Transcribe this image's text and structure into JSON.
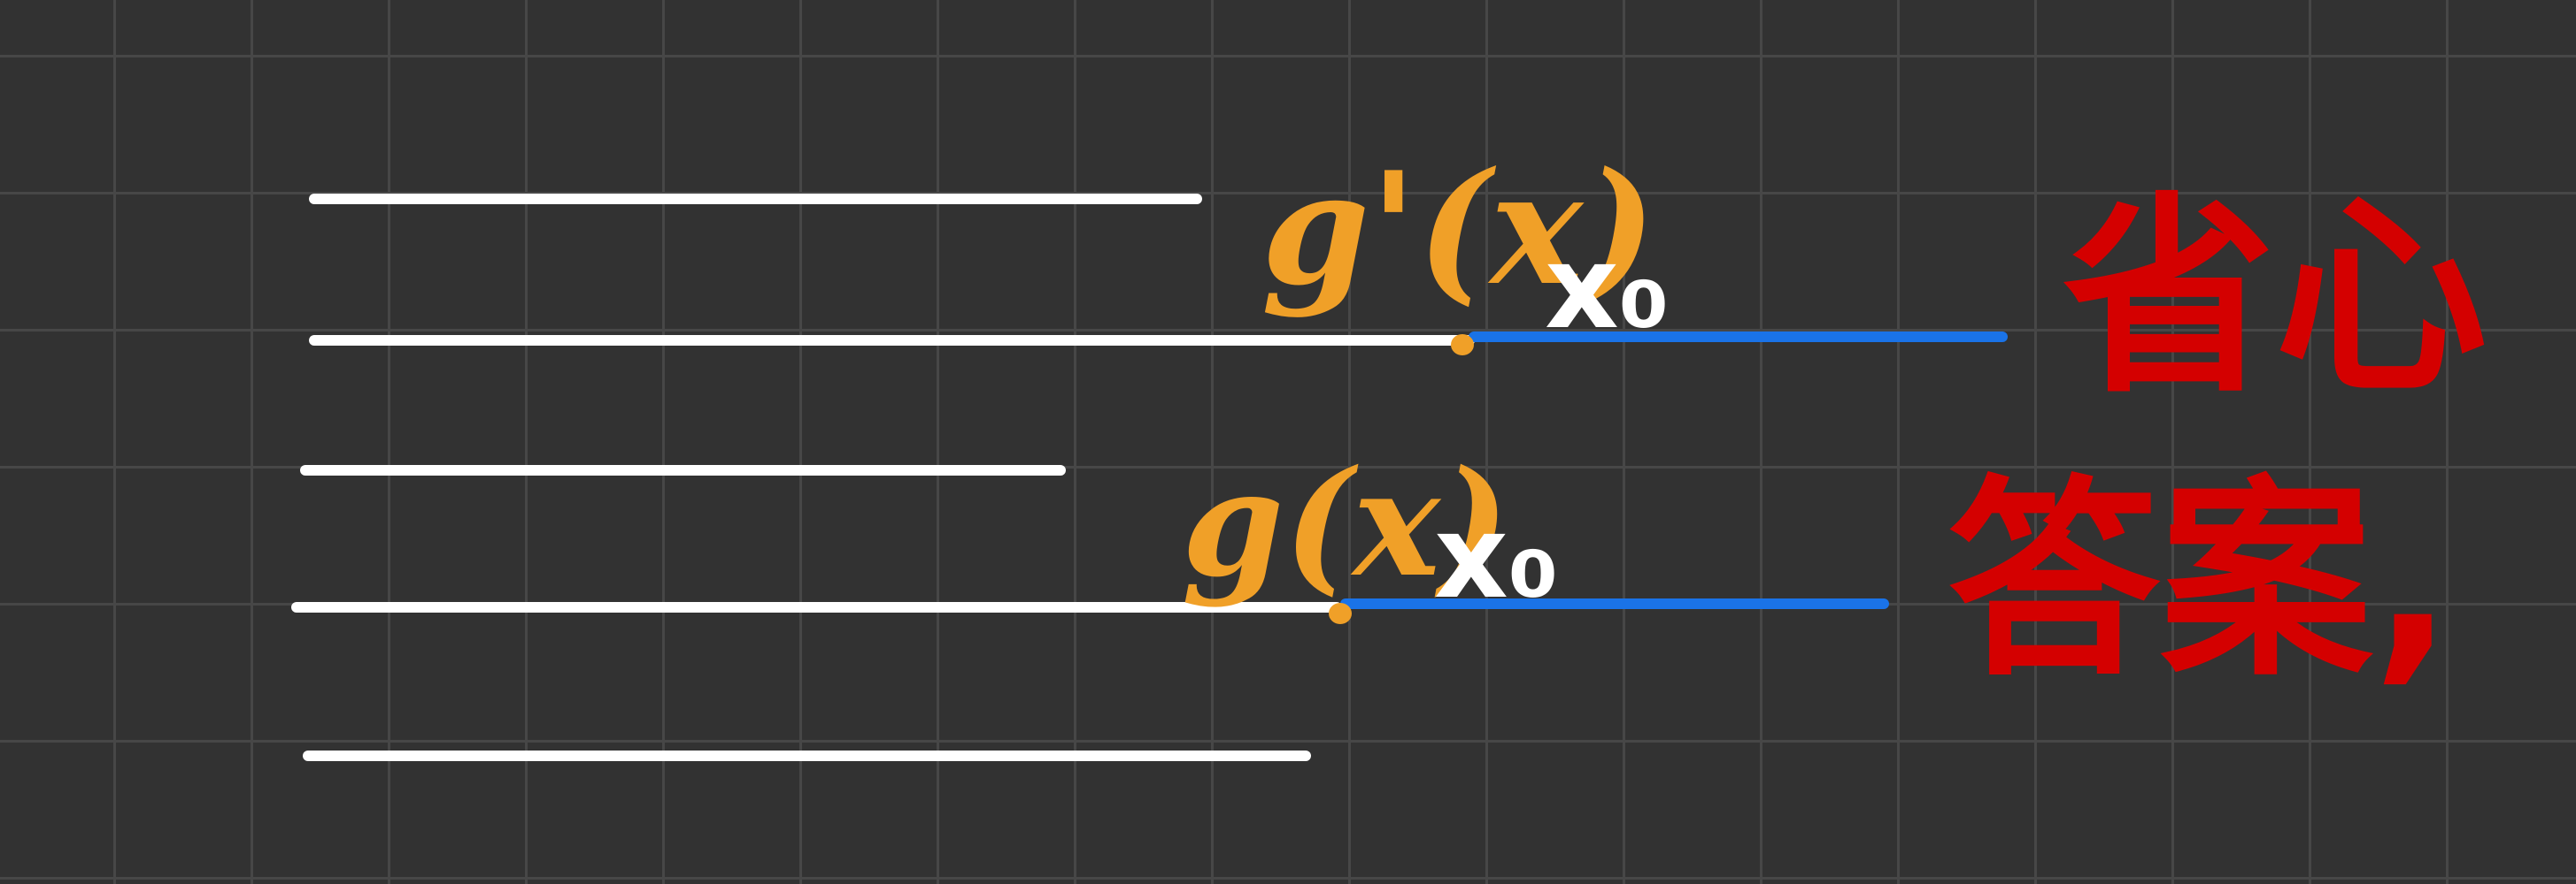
{
  "canvas": {
    "background_color": "#323232",
    "grid_color": "#474747",
    "grid": true
  },
  "strokes": {
    "text_colors": {
      "white": "#ffffff",
      "orange": "#f0a028",
      "blue": "#1a73e8",
      "red": "#d40000"
    }
  },
  "labels": {
    "g_prime_label": "g'(x)",
    "x0_upper": "x₀",
    "g_label": "g(x)",
    "x0_lower": "x₀",
    "note_line1": "省心",
    "note_line2": "答案,"
  }
}
